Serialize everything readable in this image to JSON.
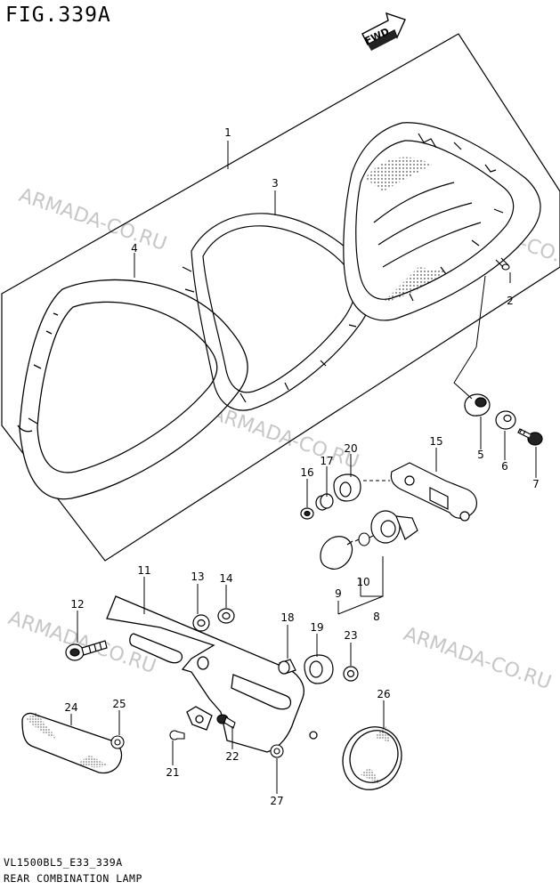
{
  "figure": {
    "title": "FIG.339A",
    "drawing_code": "VL1500BL5_E33_339A",
    "caption": "REAR COMBINATION LAMP",
    "direction_badge": "FWD"
  },
  "watermarks": [
    "ARMADA-CO.RU",
    "ARMADA-CO.RU",
    "ARMADA-CO.RU",
    "ARMADA-CO.RU",
    "ARMADA-CO.RU"
  ],
  "callouts": [
    {
      "id": "1",
      "label": "1"
    },
    {
      "id": "2",
      "label": "2"
    },
    {
      "id": "3",
      "label": "3"
    },
    {
      "id": "4",
      "label": "4"
    },
    {
      "id": "5",
      "label": "5"
    },
    {
      "id": "6",
      "label": "6"
    },
    {
      "id": "7",
      "label": "7"
    },
    {
      "id": "8",
      "label": "8"
    },
    {
      "id": "9",
      "label": "9"
    },
    {
      "id": "10",
      "label": "10"
    },
    {
      "id": "11",
      "label": "11"
    },
    {
      "id": "12",
      "label": "12"
    },
    {
      "id": "13",
      "label": "13"
    },
    {
      "id": "14",
      "label": "14"
    },
    {
      "id": "15",
      "label": "15"
    },
    {
      "id": "16",
      "label": "16"
    },
    {
      "id": "17",
      "label": "17"
    },
    {
      "id": "18",
      "label": "18"
    },
    {
      "id": "19",
      "label": "19"
    },
    {
      "id": "20",
      "label": "20"
    },
    {
      "id": "21",
      "label": "21"
    },
    {
      "id": "22",
      "label": "22"
    },
    {
      "id": "23",
      "label": "23"
    },
    {
      "id": "24",
      "label": "24"
    },
    {
      "id": "25",
      "label": "25"
    },
    {
      "id": "26",
      "label": "26"
    },
    {
      "id": "27",
      "label": "27"
    }
  ],
  "colors": {
    "line": "#000000",
    "watermark": "#c8c8c8",
    "background": "#ffffff"
  }
}
